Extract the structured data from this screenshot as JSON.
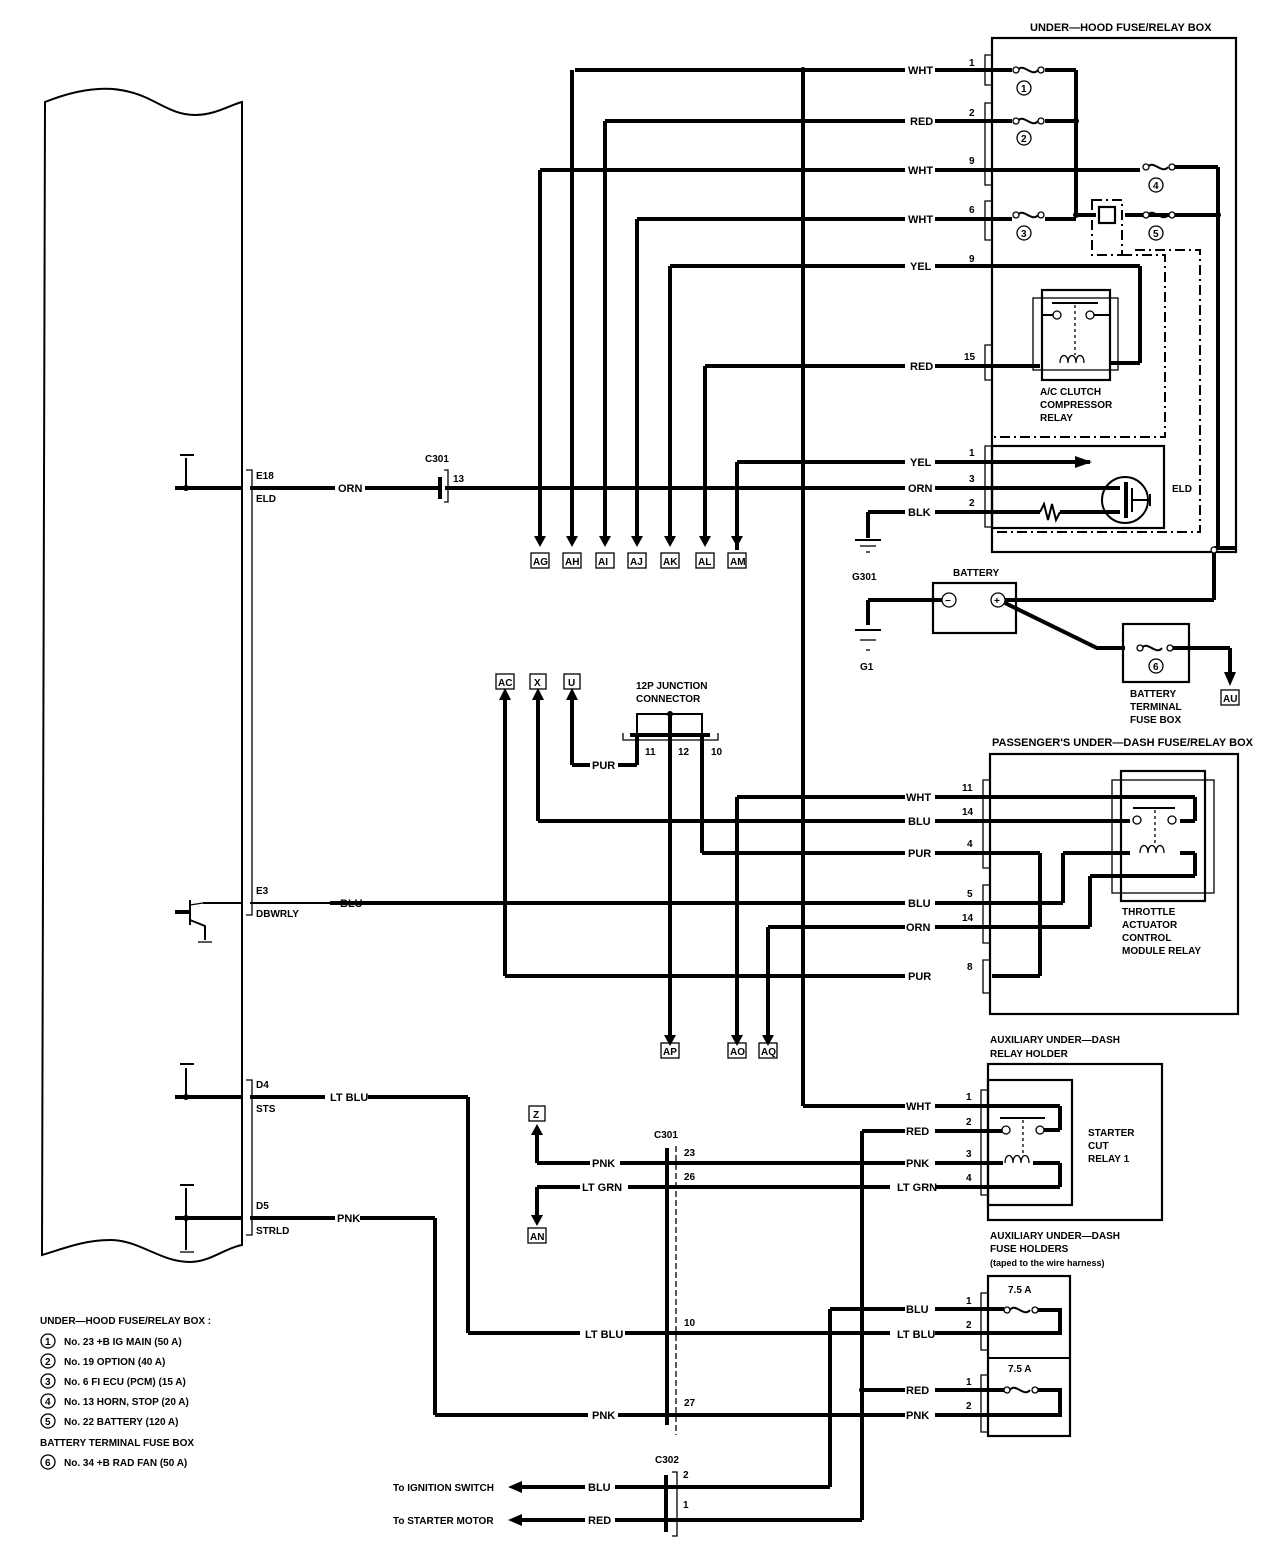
{
  "under_hood_box": {
    "title": "UNDER—HOOD FUSE/RELAY BOX",
    "wires": [
      {
        "color": "WHT",
        "pin": "1",
        "fuse": "1"
      },
      {
        "color": "RED",
        "pin": "2",
        "fuse": "2"
      },
      {
        "color": "WHT",
        "pin": "9",
        "fuse": "4"
      },
      {
        "color": "WHT",
        "pin": "6",
        "fuse": "3"
      },
      {
        "color": "YEL",
        "pin": "9"
      },
      {
        "color": "RED",
        "pin": "15"
      }
    ],
    "fuse5": "5",
    "relay_label": [
      "A/C CLUTCH",
      "COMPRESSOR",
      "RELAY"
    ]
  },
  "eld": {
    "label": "ELD",
    "wires": [
      {
        "color": "YEL",
        "pin": "1"
      },
      {
        "color": "ORN",
        "pin": "3"
      },
      {
        "color": "BLK",
        "pin": "2"
      }
    ],
    "ground": "G301"
  },
  "battery": {
    "label": "BATTERY",
    "ground": "G1",
    "minus": "−",
    "plus": "+",
    "fuse_box_label": [
      "BATTERY",
      "TERMINAL",
      "FUSE BOX"
    ],
    "fuse": "6",
    "ref": "AU"
  },
  "ecm": {
    "pins": [
      {
        "pin": "E18",
        "name": "ELD",
        "color": "ORN"
      },
      {
        "pin": "E3",
        "name": "DBWRLY",
        "color": "BLU"
      },
      {
        "pin": "D4",
        "name": "STS",
        "color": "LT BLU"
      },
      {
        "pin": "D5",
        "name": "STRLD",
        "color": "PNK"
      }
    ]
  },
  "c301_top": {
    "label": "C301",
    "pin": "13"
  },
  "refs_top": [
    "AG",
    "AH",
    "AI",
    "AJ",
    "AK",
    "AL",
    "AM"
  ],
  "junction": {
    "title": [
      "12P JUNCTION",
      "CONNECTOR"
    ],
    "pins": [
      "11",
      "12",
      "10"
    ],
    "wire": "PUR",
    "refs": [
      "AC",
      "X",
      "U"
    ]
  },
  "passenger_box": {
    "title": "PASSENGER'S UNDER—DASH FUSE/RELAY BOX",
    "wires": [
      {
        "color": "WHT",
        "pin": "11"
      },
      {
        "color": "BLU",
        "pin": "14"
      },
      {
        "color": "PUR",
        "pin": "4"
      },
      {
        "color": "BLU",
        "pin": "5"
      },
      {
        "color": "ORN",
        "pin": "14"
      },
      {
        "color": "PUR",
        "pin": "8"
      }
    ],
    "relay_label": [
      "THROTTLE",
      "ACTUATOR",
      "CONTROL",
      "MODULE RELAY"
    ],
    "refs": [
      "AP",
      "AO",
      "AQ"
    ]
  },
  "aux_relay": {
    "title": [
      "AUXILIARY UNDER—DASH",
      "RELAY HOLDER"
    ],
    "wires": [
      {
        "color": "WHT",
        "pin": "1"
      },
      {
        "color": "RED",
        "pin": "2"
      },
      {
        "color": "PNK",
        "pin": "3"
      },
      {
        "color": "LT GRN",
        "pin": "4"
      }
    ],
    "relay_label": [
      "STARTER",
      "CUT",
      "RELAY 1"
    ]
  },
  "c301_bottom": {
    "label": "C301",
    "pins": [
      "23",
      "26",
      "10",
      "27"
    ],
    "left_wires": [
      "PNK",
      "LT GRN",
      "LT BLU",
      "PNK"
    ],
    "refs": [
      "Z",
      "AN"
    ]
  },
  "aux_fuse": {
    "title": [
      "AUXILIARY UNDER—DASH",
      "FUSE HOLDERS",
      "(taped to the wire harness)"
    ],
    "rating": "7.5 A",
    "upper_wires": [
      {
        "color": "BLU",
        "pin": "1"
      },
      {
        "color": "LT BLU",
        "pin": "2"
      }
    ],
    "lower_wires": [
      {
        "color": "RED",
        "pin": "1"
      },
      {
        "color": "PNK",
        "pin": "2"
      }
    ]
  },
  "c302": {
    "label": "C302",
    "rows": [
      {
        "dest": "To IGNITION SWITCH",
        "color": "BLU",
        "pin": "2"
      },
      {
        "dest": "To STARTER MOTOR",
        "color": "RED",
        "pin": "1"
      }
    ]
  },
  "legend": {
    "heading1": "UNDER—HOOD FUSE/RELAY BOX :",
    "items1": [
      {
        "num": "1",
        "text": "No. 23 +B IG MAIN (50 A)"
      },
      {
        "num": "2",
        "text": "No. 19 OPTION (40 A)"
      },
      {
        "num": "3",
        "text": "No. 6 FI ECU (PCM) (15 A)"
      },
      {
        "num": "4",
        "text": "No. 13 HORN, STOP (20 A)"
      },
      {
        "num": "5",
        "text": "No. 22 BATTERY (120 A)"
      }
    ],
    "heading2": "BATTERY TERMINAL FUSE BOX",
    "items2": [
      {
        "num": "6",
        "text": "No. 34 +B RAD FAN (50 A)"
      }
    ]
  }
}
